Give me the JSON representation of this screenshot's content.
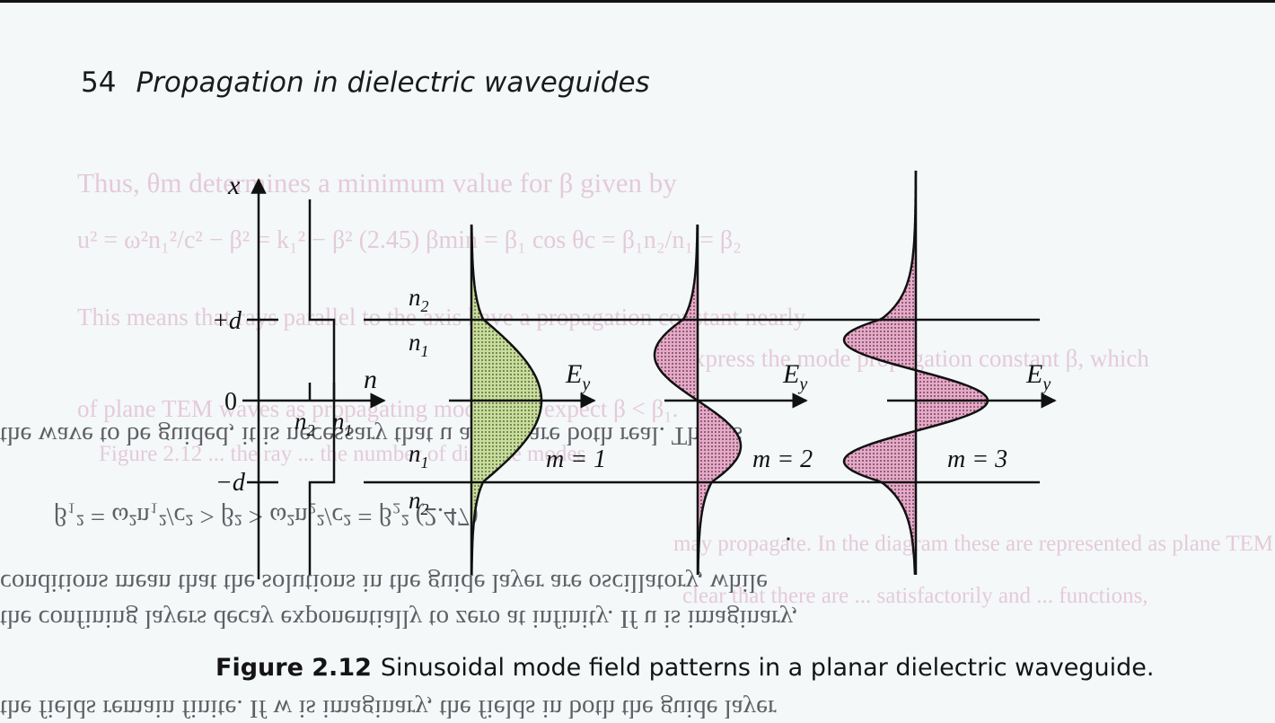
{
  "page": {
    "number": "54",
    "running_title": "Propagation in dielectric waveguides"
  },
  "bleed_through": {
    "pink_lines": [
      "Thus, θm determines a minimum value for β given by",
      "u² = ω²n₁²/c² − β² = k₁² − β²     (2.45)   βmin = β₁ cos θc = β₁n₂/n₁ = β₂",
      "This means that rays parallel to the axis have a propagation constant nearly",
      "express the mode propagation constant β, which",
      "of plane TEM waves as propagating modes; we expect β < β₁.",
      "Figure 2.12 ... the ray ... the number of discrete modes",
      "may propagate. In the diagram these are represented as plane TEM waves",
      "clear that there are ... satisfactorily and ... functions,"
    ],
    "dark_lines": [
      "the wave to be guided, it is necessary that u and w are both real. That is",
      "β₁² = ω²n₁²/c² > β² > ω²n₂²/c² = β₂²     (2.47)",
      "conditions mean that the solutions in the guide layer are oscillatory, while",
      "the confining layers decay exponentially to zero at infinity. If u is imaginary,",
      "the fields remain finite. If w is imaginary, the fields in both the guide layer"
    ]
  },
  "figure": {
    "axis_x_label": "x",
    "axis_n_label": "n",
    "tick_plus": "+d",
    "tick_zero": "0",
    "tick_minus": "−d",
    "index_profile_n2": "n",
    "index_profile_n2_sub": "2",
    "index_profile_n1": "n",
    "index_profile_n1_sub": "1",
    "layer_top": {
      "base": "n",
      "sub": "2"
    },
    "layer_upper_core": {
      "base": "n",
      "sub": "1"
    },
    "layer_lower_core": {
      "base": "n",
      "sub": "1"
    },
    "layer_bottom": {
      "base": "n",
      "sub": "2"
    },
    "field_label_base": "E",
    "field_label_sub": "y",
    "modes": [
      {
        "label": "m = 1",
        "fill": "#c8dd9a"
      },
      {
        "label": "m = 2",
        "fill": "#e7a9c8"
      },
      {
        "label": "m = 3",
        "fill": "#e7a9c8"
      }
    ]
  },
  "caption": {
    "label": "Figure 2.12",
    "text": "Sinusoidal mode field patterns in a planar dielectric waveguide."
  },
  "colors": {
    "mode1_fill": "#c8dd9a",
    "mode23_fill": "#e7a9c8",
    "ink": "#111111"
  }
}
